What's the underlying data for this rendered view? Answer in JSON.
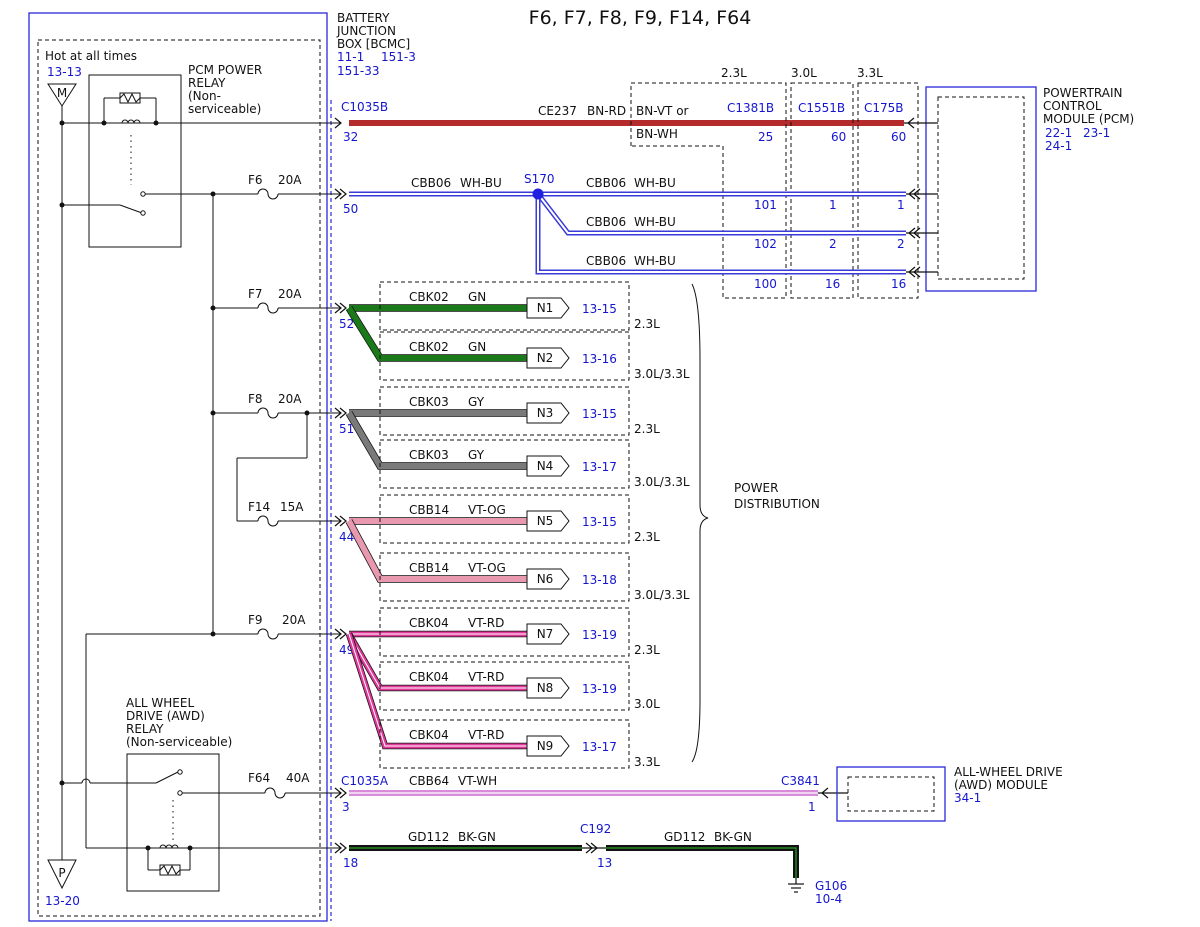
{
  "title": "F6, F7, F8, F9, F14, F64",
  "bjb": {
    "name": [
      "BATTERY",
      "JUNCTION",
      "BOX [BCMC]"
    ],
    "refs": [
      "11-1",
      "151-3",
      "151-33"
    ]
  },
  "hot": {
    "label": "Hot at all times",
    "ref": "13-13",
    "symbol": "M"
  },
  "ground_symbol": {
    "symbol": "P",
    "ref": "13-20"
  },
  "pcm_relay": [
    "PCM POWER",
    "RELAY",
    "(Non-",
    "serviceable)"
  ],
  "awd_relay": [
    "ALL WHEEL",
    "DRIVE (AWD)",
    "RELAY",
    "(Non-serviceable)"
  ],
  "fuses": [
    {
      "name": "F6",
      "rating": "20A"
    },
    {
      "name": "F7",
      "rating": "20A"
    },
    {
      "name": "F8",
      "rating": "20A"
    },
    {
      "name": "F14",
      "rating": "15A"
    },
    {
      "name": "F9",
      "rating": "20A"
    },
    {
      "name": "F64",
      "rating": "40A"
    }
  ],
  "pcm_circuit": {
    "connector": "C1035B",
    "pin": "32",
    "circuit": "CE237",
    "color": "BN-RD",
    "alt1": "BN-VT  or",
    "alt2": "BN-WH",
    "wire_color": "#b52a2a"
  },
  "engine_labels": [
    "2.3L",
    "3.0L",
    "3.3L"
  ],
  "pcm_connectors": [
    {
      "name": "C1381B",
      "pins": [
        "25",
        "101",
        "102",
        "100"
      ]
    },
    {
      "name": "C1551B",
      "pins": [
        "60",
        "1",
        "2",
        "16"
      ]
    },
    {
      "name": "C175B",
      "pins": [
        "60",
        "1",
        "2",
        "16"
      ]
    }
  ],
  "f6_circuit": {
    "pin": "50",
    "circuit": "CBB06",
    "color": "WH-BU",
    "splice": "S170",
    "wire_color": "#3a3ad8"
  },
  "pcm_module": {
    "name": [
      "POWERTRAIN",
      "CONTROL",
      "MODULE (PCM)"
    ],
    "refs": [
      "22-1",
      "23-1",
      "24-1"
    ]
  },
  "power_dist": [
    "POWER",
    "DISTRIBUTION"
  ],
  "branches": [
    {
      "pin": "52",
      "circuit": "CBK02",
      "color": "GN",
      "node": "N1",
      "ref": "13-15",
      "engine": "2.3L"
    },
    {
      "pin": "",
      "circuit": "CBK02",
      "color": "GN",
      "node": "N2",
      "ref": "13-16",
      "engine": "3.0L/3.3L"
    },
    {
      "pin": "51",
      "circuit": "CBK03",
      "color": "GY",
      "node": "N3",
      "ref": "13-15",
      "engine": "2.3L"
    },
    {
      "pin": "",
      "circuit": "CBK03",
      "color": "GY",
      "node": "N4",
      "ref": "13-17",
      "engine": "3.0L/3.3L"
    },
    {
      "pin": "44",
      "circuit": "CBB14",
      "color": "VT-OG",
      "node": "N5",
      "ref": "13-15",
      "engine": "2.3L"
    },
    {
      "pin": "",
      "circuit": "CBB14",
      "color": "VT-OG",
      "node": "N6",
      "ref": "13-18",
      "engine": "3.0L/3.3L"
    },
    {
      "pin": "49",
      "circuit": "CBK04",
      "color": "VT-RD",
      "node": "N7",
      "ref": "13-19",
      "engine": "2.3L"
    },
    {
      "pin": "",
      "circuit": "CBK04",
      "color": "VT-RD",
      "node": "N8",
      "ref": "13-19",
      "engine": "3.0L"
    },
    {
      "pin": "",
      "circuit": "CBK04",
      "color": "VT-RD",
      "node": "N9",
      "ref": "13-17",
      "engine": "3.3L"
    }
  ],
  "wire_colors": {
    "green": "#1a7a1a",
    "gray": "#7a7a7a",
    "pink": "#e899b0",
    "magenta": "#e0399a",
    "violet": "#d98ad9",
    "ground": "#1a5a1a"
  },
  "awd_circuit": {
    "connector": "C1035A",
    "pin": "3",
    "circuit": "CBB64",
    "color": "VT-WH",
    "dest_connector": "C3841",
    "dest_pin": "1"
  },
  "awd_module": {
    "name": [
      "ALL-WHEEL DRIVE",
      "(AWD) MODULE"
    ],
    "ref": "34-1"
  },
  "ground_circuit": {
    "pin": "18",
    "circuit1": "GD112",
    "color1": "BK-GN",
    "connector": "C192",
    "cpin": "13",
    "circuit2": "GD112",
    "color2": "BK-GN",
    "ground": "G106",
    "gref": "10-4"
  }
}
